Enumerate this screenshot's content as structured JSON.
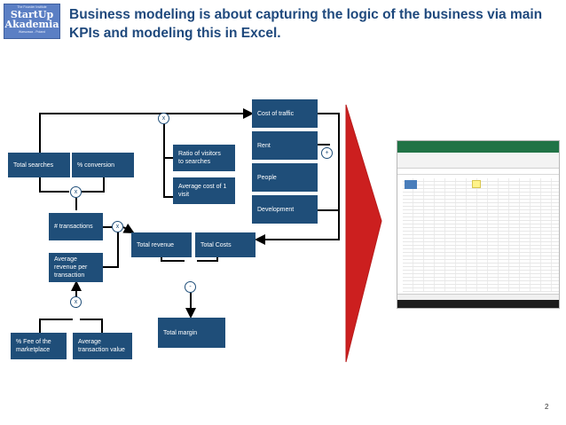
{
  "logo": {
    "top_text": "The Founder Institute",
    "main_line1": "StartUp",
    "main_line2": "Akademia",
    "bottom_text": "Warszawa - Poland"
  },
  "title": "Business modeling is about capturing the logic of the business via main KPIs and modeling this in Excel.",
  "boxes": {
    "total_searches": "Total searches",
    "conversion": "% conversion",
    "transactions": "# transactions",
    "avg_revenue": "Average\nrevenue per\ntransaction",
    "fee": "% Fee of the\nmarketplace",
    "avg_transaction_value": "Average\ntransaction value",
    "total_revenue": "Total revenue",
    "total_costs": "Total Costs",
    "total_margin": "Total margin",
    "cost_of_traffic": "Cost of traffic",
    "rent": "Rent",
    "people": "People",
    "development": "Development",
    "ratio_visitors": "Ratio of visitors\nto searches",
    "avg_cost_visit": "Average cost of 1\nvisit"
  },
  "operators": {
    "top": "x",
    "searches": "x",
    "revenue": "x",
    "fee": "x",
    "margin": "-",
    "costs": "+"
  },
  "page_number": "2",
  "colors": {
    "box": "#1f4e79",
    "title": "#1f497d",
    "arrow": "#cc1f1f",
    "excel_green": "#217346"
  }
}
